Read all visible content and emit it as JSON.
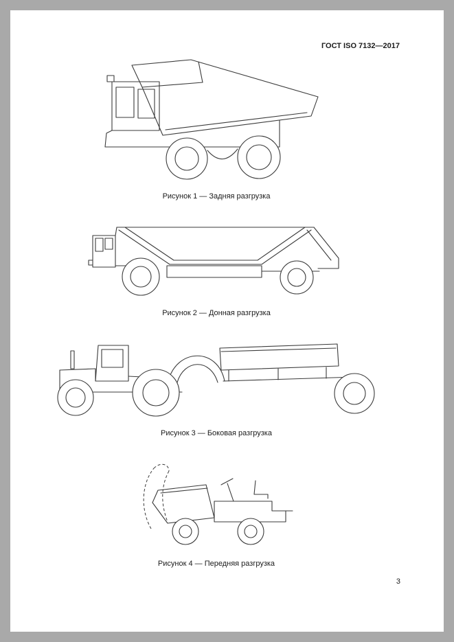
{
  "document": {
    "header": "ГОСТ ISO 7132—2017",
    "page_number": "3"
  },
  "figures": [
    {
      "name": "rear-dump-truck",
      "caption": "Рисунок 1 — Задняя разгрузка"
    },
    {
      "name": "bottom-dump-truck",
      "caption": "Рисунок 2 — Донная разгрузка"
    },
    {
      "name": "side-dump-truck",
      "caption": "Рисунок 3 — Боковая разгрузка"
    },
    {
      "name": "front-dump-truck",
      "caption": "Рисунок 4 — Передняя разгрузка"
    }
  ],
  "colors": {
    "line": "#3a3a3a",
    "page_background": "#ffffff",
    "surround_background": "#a9a9a9",
    "text": "#1a1a1a"
  }
}
